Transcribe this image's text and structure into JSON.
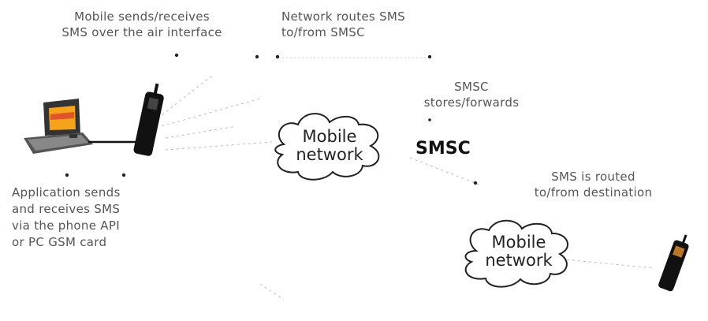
{
  "labels": {
    "mobile_air": "Mobile sends/receives\nSMS over the air interface",
    "network_routes": "Network routes SMS\nto/from SMSC",
    "smsc_stores": "SMSC\nstores/forwards",
    "sms_routed": "SMS is routed\nto/from destination",
    "application": "Application sends\nand receives SMS\nvia the phone API\nor PC GSM card"
  },
  "clouds": {
    "cloud1": "Mobile\nnetwork",
    "cloud2": "Mobile\nnetwork"
  },
  "smsc_label": "SMSC",
  "colors": {
    "line": "#111111",
    "dots": "#222222",
    "text": "#555555"
  }
}
